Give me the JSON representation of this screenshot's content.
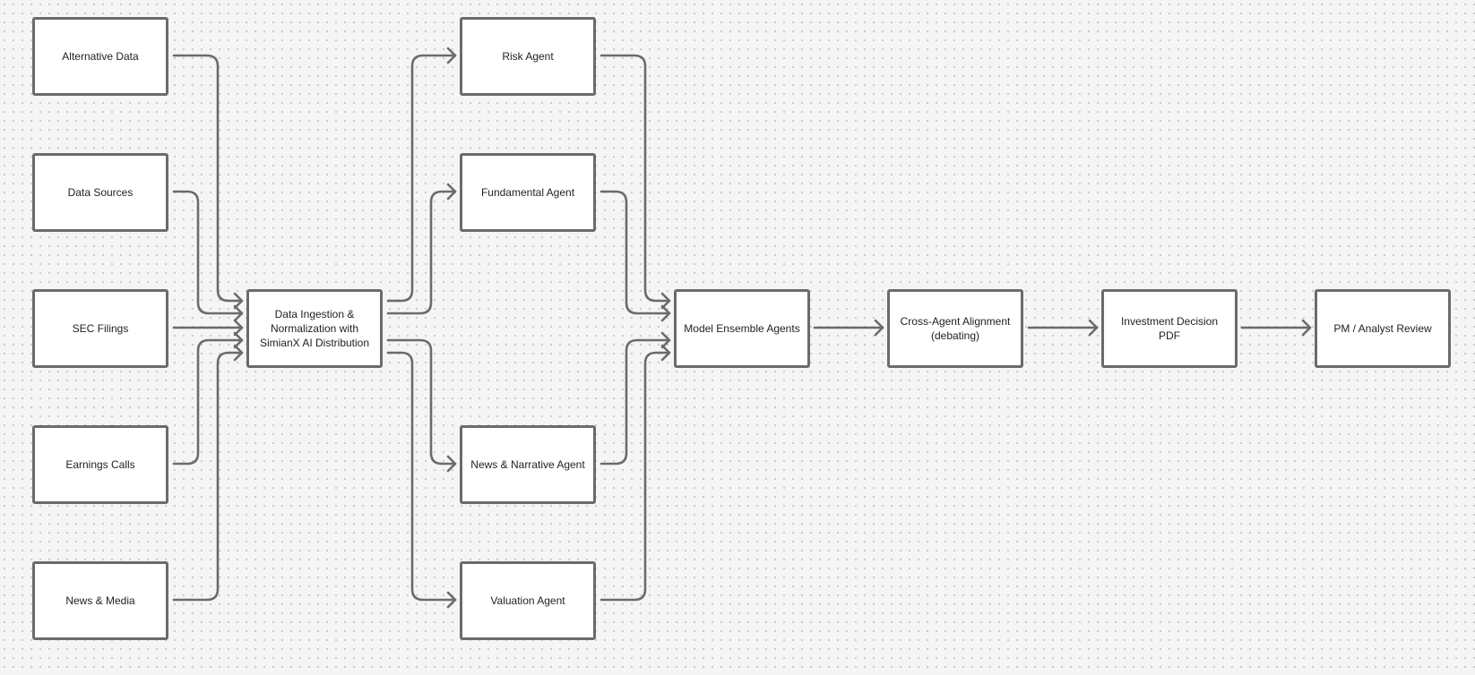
{
  "diagram": {
    "nodes": {
      "alternative_data": "Alternative Data",
      "data_sources": "Data Sources",
      "sec_filings": "SEC Filings",
      "earnings_calls": "Earnings Calls",
      "news_media": "News & Media",
      "ingestion": "Data Ingestion &\nNormalization with\nSimianX AI Distribution",
      "risk_agent": "Risk Agent",
      "fundamental_agent": "Fundamental Agent",
      "news_narrative_agent": "News & Narrative Agent",
      "valuation_agent": "Valuation Agent",
      "model_ensemble": "Model Ensemble Agents",
      "cross_agent": "Cross-Agent Alignment\n(debating)",
      "investment_pdf": "Investment Decision PDF",
      "pm_review": "PM / Analyst Review"
    },
    "edges": [
      {
        "from": "alternative_data",
        "to": "ingestion"
      },
      {
        "from": "data_sources",
        "to": "ingestion"
      },
      {
        "from": "sec_filings",
        "to": "ingestion"
      },
      {
        "from": "earnings_calls",
        "to": "ingestion"
      },
      {
        "from": "news_media",
        "to": "ingestion"
      },
      {
        "from": "ingestion",
        "to": "risk_agent"
      },
      {
        "from": "ingestion",
        "to": "fundamental_agent"
      },
      {
        "from": "ingestion",
        "to": "news_narrative_agent"
      },
      {
        "from": "ingestion",
        "to": "valuation_agent"
      },
      {
        "from": "risk_agent",
        "to": "model_ensemble"
      },
      {
        "from": "fundamental_agent",
        "to": "model_ensemble"
      },
      {
        "from": "news_narrative_agent",
        "to": "model_ensemble"
      },
      {
        "from": "valuation_agent",
        "to": "model_ensemble"
      },
      {
        "from": "model_ensemble",
        "to": "cross_agent"
      },
      {
        "from": "cross_agent",
        "to": "investment_pdf"
      },
      {
        "from": "investment_pdf",
        "to": "pm_review"
      }
    ]
  },
  "colors": {
    "background": "#f5f5f5",
    "node_border": "#6b6b6b",
    "node_fill": "#ffffff",
    "connector": "#6b6b6b",
    "text": "#1f1f1f"
  }
}
